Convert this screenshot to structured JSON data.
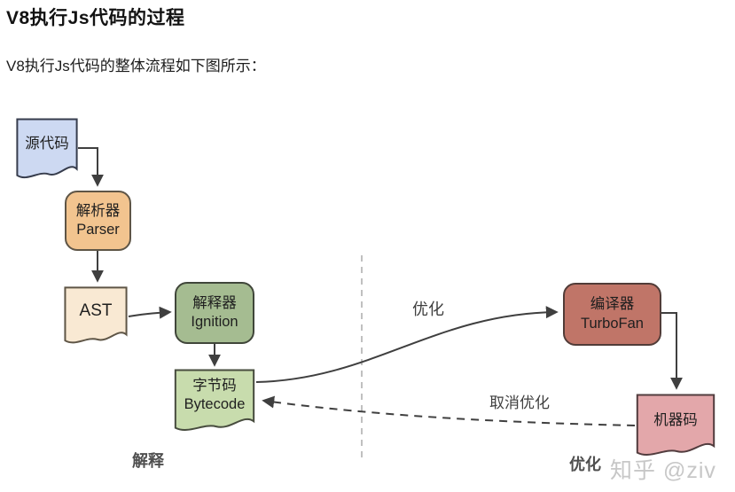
{
  "page": {
    "title": "V8执行Js代码的过程",
    "subtitle": "V8执行Js代码的整体流程如下图所示："
  },
  "diagram": {
    "nodes": {
      "source": {
        "label_zh": "源代码",
        "shape": "document",
        "fill": "#cdd9f2",
        "stroke": "#363c4c"
      },
      "parser": {
        "label_zh": "解析器",
        "label_en": "Parser",
        "shape": "rounded",
        "fill": "#f2c48f",
        "stroke": "#5e5546"
      },
      "ast": {
        "label_en": "AST",
        "shape": "document",
        "fill": "#f9e9d3",
        "stroke": "#5e5546"
      },
      "ignition": {
        "label_zh": "解释器",
        "label_en": "Ignition",
        "shape": "rounded",
        "fill": "#a5bc91",
        "stroke": "#40463a"
      },
      "bytecode": {
        "label_zh": "字节码",
        "label_en": "Bytecode",
        "shape": "document",
        "fill": "#c8dcad",
        "stroke": "#474c3e"
      },
      "turbofan": {
        "label_zh": "编译器",
        "label_en": "TurboFan",
        "shape": "rounded",
        "fill": "#c07568",
        "stroke": "#513c38"
      },
      "machine": {
        "label_zh": "机器码",
        "shape": "document",
        "fill": "#e3a7aa",
        "stroke": "#513c3e"
      }
    },
    "edges": {
      "optimize_label": "优化",
      "deoptimize_label": "取消优化"
    },
    "sections": {
      "interpret_label": "解释",
      "optimize_label": "优化"
    },
    "line_color": "#3f3f3f",
    "divider_color": "#ababab",
    "watermark": "知乎 @ziv"
  }
}
